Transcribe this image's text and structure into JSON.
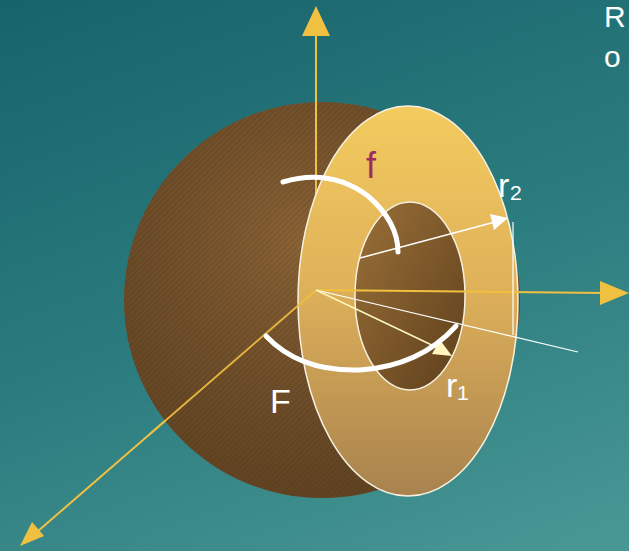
{
  "diagram": {
    "labels": [
      "R",
      "o",
      "f",
      "r₂",
      "F",
      "r₁"
    ]
  }
}
